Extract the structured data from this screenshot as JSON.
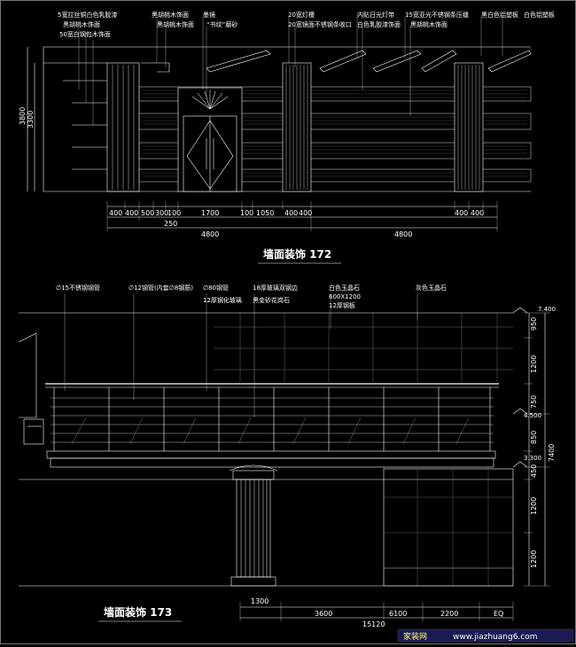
{
  "elevation_172": {
    "title": "墙面装饰 172",
    "notes": [
      "5宽拉丝铜白色乳胶漆",
      "黑胡桃木饰面",
      "50宽白钢包木饰面",
      "黑胡桃木饰面",
      "黑胡桃木饰面",
      "墨镜",
      "“书纹”磨砂",
      "20宽灯槽",
      "20宽镜面不锈钢条收口",
      "内贴日光灯带",
      "白色乳胶漆饰面",
      "15宽亚光不锈钢条压缝",
      "黑胡桃木饰面",
      "黑白色铝塑板",
      "白色铝塑板"
    ],
    "dims_bottom": [
      "400",
      "400",
      "500",
      "300",
      "100",
      "1700",
      "100",
      "1050",
      "400",
      "400",
      "400",
      "400"
    ],
    "dims_overall": [
      "250",
      "4800",
      "4800"
    ],
    "dims_left": [
      "3800",
      "3300"
    ]
  },
  "elevation_173": {
    "title": "墙面装饰 173",
    "notes": [
      "∅15不锈钢钢管",
      "∅12钢管(内套∅8钢筋)",
      "∅80钢管",
      "12厚钢化玻璃",
      "18厚玻璃双钢边",
      "黑金砂花岗石",
      "白色玉晶石",
      "600X1200",
      "12厚钢板",
      "灰色玉晶石"
    ],
    "levels": [
      "7.400",
      "4.500",
      "3.300"
    ],
    "dims_right": [
      "950",
      "1200",
      "750",
      "850",
      "450",
      "1200",
      "1200"
    ],
    "dim_total_right": "7400",
    "dims_bottom": [
      "1300",
      "3600",
      "6100",
      "2200",
      "EQ"
    ],
    "dim_total_bottom": "15120"
  },
  "watermark": {
    "site": "家装网",
    "url": "www.jiazhuang6.com"
  }
}
